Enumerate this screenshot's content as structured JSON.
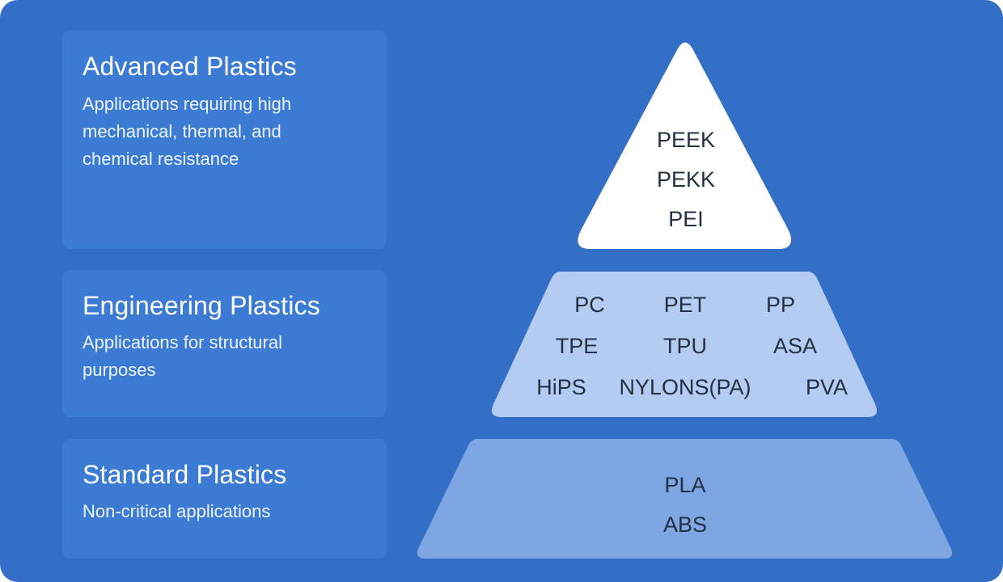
{
  "tiers": {
    "advanced": {
      "title": "Advanced Plastics",
      "description": "Applications requiring high mechanical, thermal, and chemical resistance",
      "materials": [
        "PEEK",
        "PEKK",
        "PEI"
      ]
    },
    "engineering": {
      "title": "Engineering Plastics",
      "description": "Applications for structural purposes",
      "materials": [
        "PC",
        "PET",
        "PP",
        "TPE",
        "TPU",
        "ASA",
        "HiPS",
        "NYLONS(PA)",
        "PVA"
      ]
    },
    "standard": {
      "title": "Standard Plastics",
      "description": "Non-critical applications",
      "materials": [
        "PLA",
        "ABS"
      ]
    }
  },
  "colors": {
    "background": "#336fc6",
    "card": "#3b7bd4",
    "top_tier": "#ffffff",
    "middle_tier": "#b4ccf2",
    "bottom_tier": "#7ea6e3",
    "label_text": "#243042"
  }
}
